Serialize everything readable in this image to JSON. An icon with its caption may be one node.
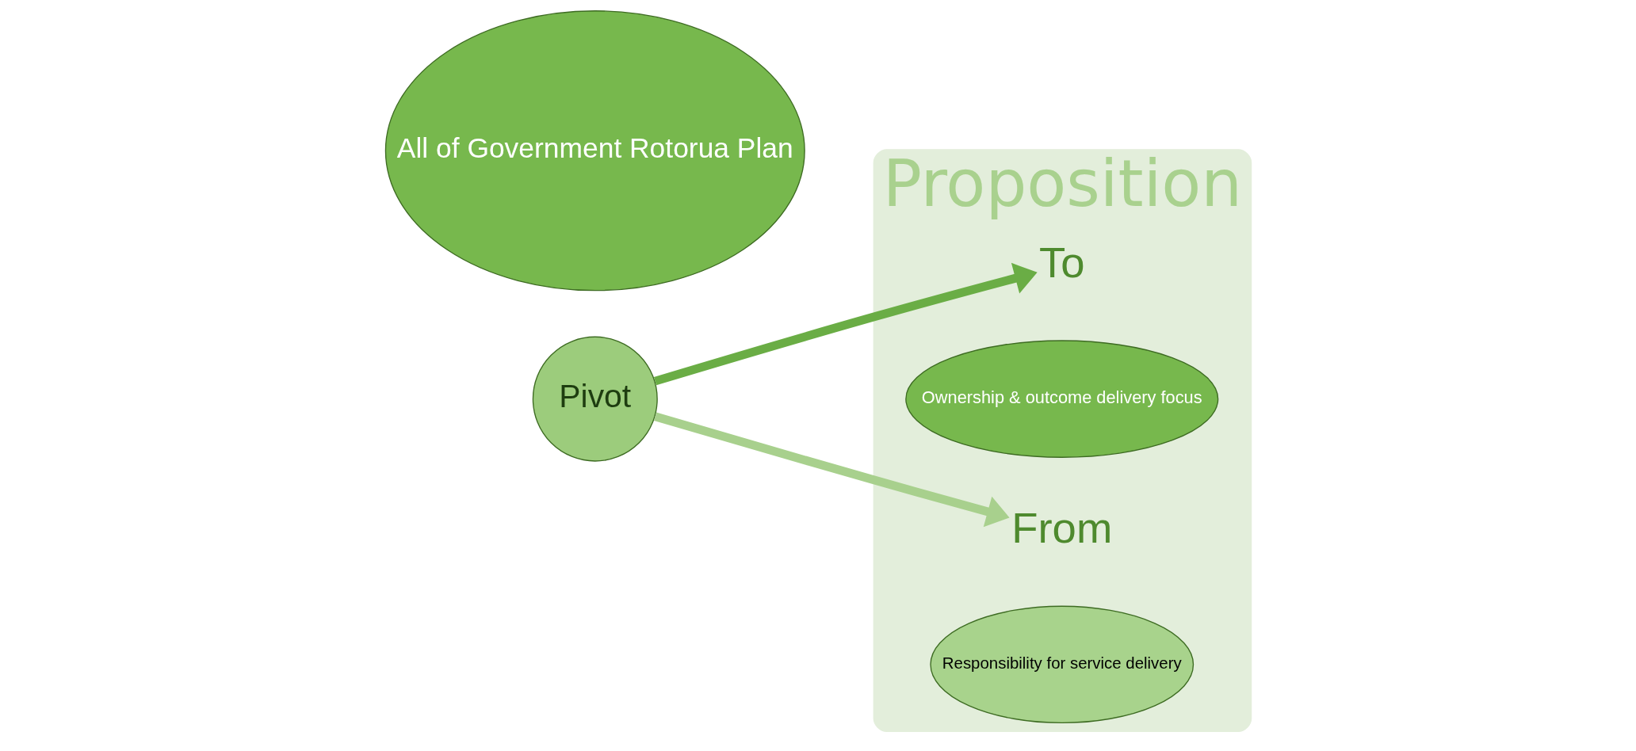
{
  "diagram": {
    "nodes": [
      {
        "text": [
          "Proposition"
        ]
      },
      {
        "text": [
          "To"
        ],
        "in": 0
      },
      {
        "text": [
          "Ownership & outcome delivery focus"
        ],
        "in": 0
      },
      {
        "text": [
          "From"
        ],
        "in": 0
      },
      {
        "text": [
          "Responsibility for service delivery"
        ],
        "in": 0
      },
      {
        "text": [
          "Pivot"
        ]
      },
      {
        "text": [
          "All of Government Rotorua Plan"
        ]
      }
    ],
    "edges": [
      {
        "from": 5,
        "to": 1,
        "arrow": "to",
        "color": "#6aad45"
      },
      {
        "from": 5,
        "to": 3,
        "arrow": "to",
        "color": "#a8d08d"
      }
    ]
  }
}
